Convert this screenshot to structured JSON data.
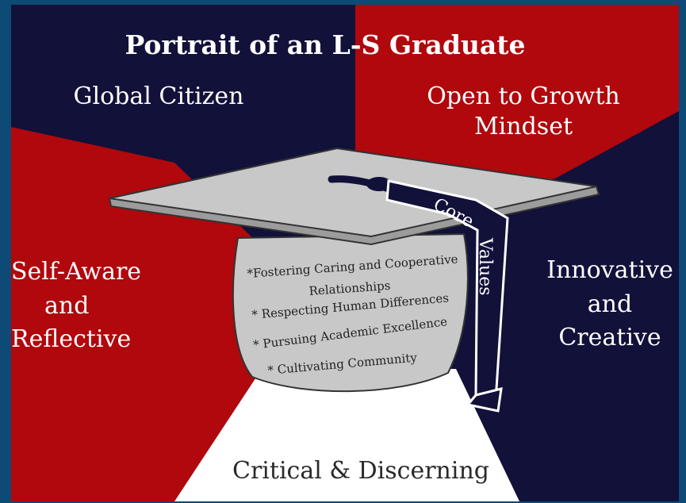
{
  "title": "Portrait of an L-S Graduate",
  "qualities": {
    "global_citizen": "Global Citizen",
    "open_to_growth": [
      "Open to Growth",
      "Mindset"
    ],
    "self_aware": [
      "Self-Aware",
      "and",
      "Reflective"
    ],
    "innovative": [
      "Innovative",
      "and",
      "Creative"
    ],
    "critical": "Critical & Discerning"
  },
  "tassel_text": [
    "Core",
    "Values"
  ],
  "core_values": [
    "*Fostering Caring and Cooperative",
    "Relationships",
    "* Respecting Human Differences",
    "* Pursuing Academic Excellence",
    "* Cultivating Community"
  ],
  "colors": {
    "navy": "#11113a",
    "red": "#b0080d",
    "border": "#0d4a75",
    "cap_gray": "#c8c8c8",
    "white": "#ffffff"
  }
}
